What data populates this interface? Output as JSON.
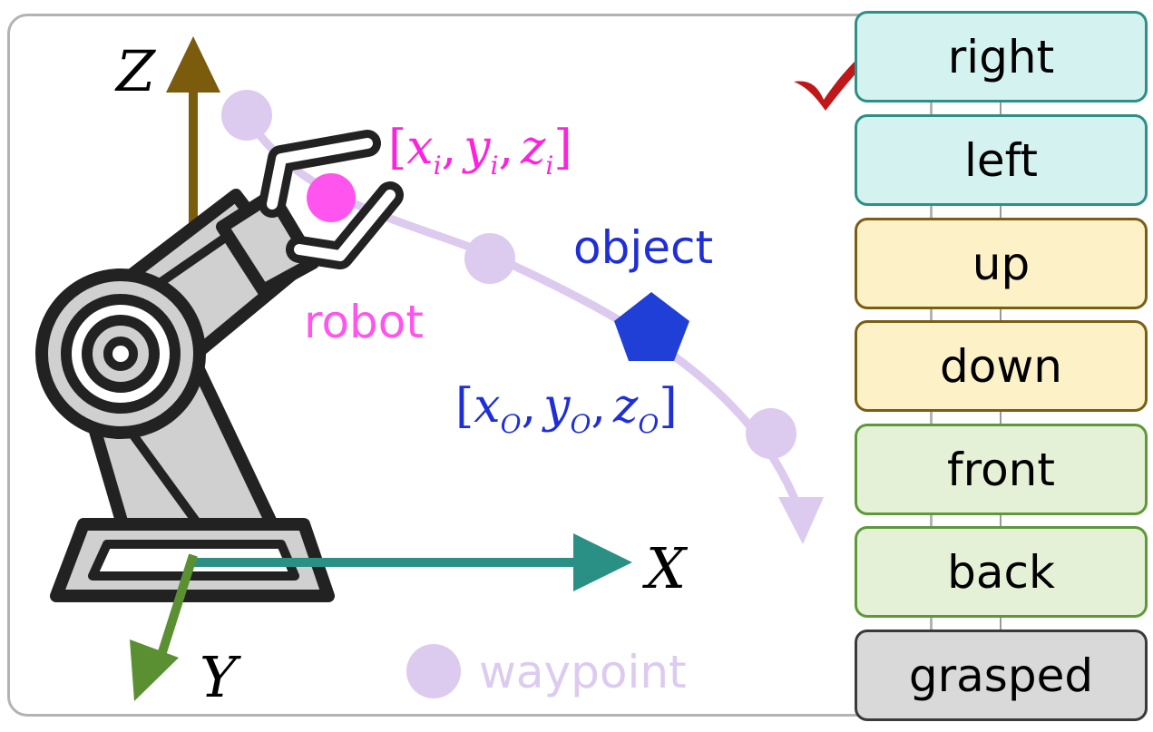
{
  "labels": {
    "axis_z": "Z",
    "axis_x": "X",
    "axis_y": "Y",
    "robot": "robot",
    "object": "object",
    "waypoint": "waypoint",
    "robot_coord_open": "[",
    "robot_coord_x": "x",
    "robot_coord_xi": "i",
    "robot_coord_y": "y",
    "robot_coord_yi": "i",
    "robot_coord_z": "z",
    "robot_coord_zi": "i",
    "robot_coord_close": "]",
    "object_coord_open": "[",
    "object_coord_x": "x",
    "object_coord_xo": "O",
    "object_coord_y": "y",
    "object_coord_yo": "O",
    "object_coord_z": "z",
    "object_coord_zo": "O",
    "object_coord_close": "]",
    "comma": ","
  },
  "options": [
    {
      "label": "right",
      "selected": true,
      "group": "teal"
    },
    {
      "label": "left",
      "selected": false,
      "group": "teal"
    },
    {
      "label": "up",
      "selected": false,
      "group": "yellow"
    },
    {
      "label": "down",
      "selected": false,
      "group": "yellow"
    },
    {
      "label": "front",
      "selected": false,
      "group": "green"
    },
    {
      "label": "back",
      "selected": false,
      "group": "green"
    },
    {
      "label": "grasped",
      "selected": false,
      "group": "gray"
    }
  ],
  "colors": {
    "z_axis": "#7a5c0c",
    "x_axis": "#2a9085",
    "y_axis": "#5a8f32",
    "robot_point": "#ff55ee",
    "robot_text": "#ff55ee",
    "object_shape": "#1f3fd6",
    "object_text": "#1f2fd6",
    "waypoint": "#dccbef",
    "checkmark": "#c01818"
  },
  "icons": {
    "robot_arm": "robot-arm-icon",
    "object": "pentagon-icon",
    "checkmark": "checkmark-icon"
  }
}
